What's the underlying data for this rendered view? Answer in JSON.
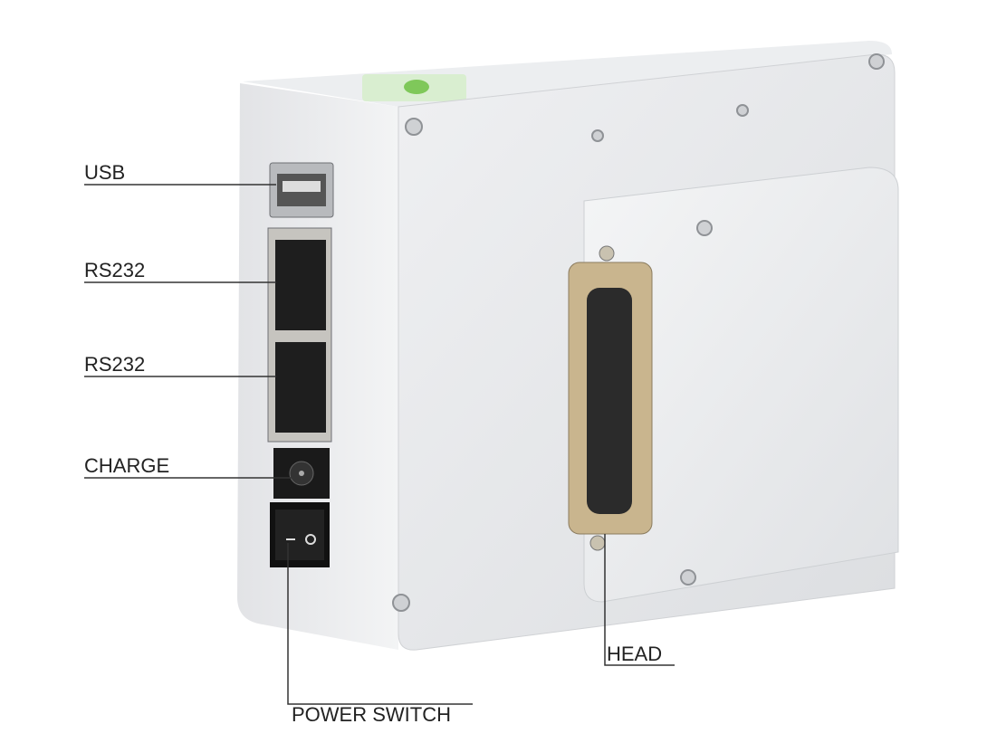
{
  "labels": {
    "usb": "USB",
    "rs232_top": "RS232",
    "rs232_bottom": "RS232",
    "charge": "CHARGE",
    "power_switch": "POWER SWITCH",
    "head": "HEAD"
  },
  "colors": {
    "body": "#e6e7e9",
    "body_shade": "#d6d8db",
    "led": "#7fc85a",
    "text": "#222222"
  }
}
